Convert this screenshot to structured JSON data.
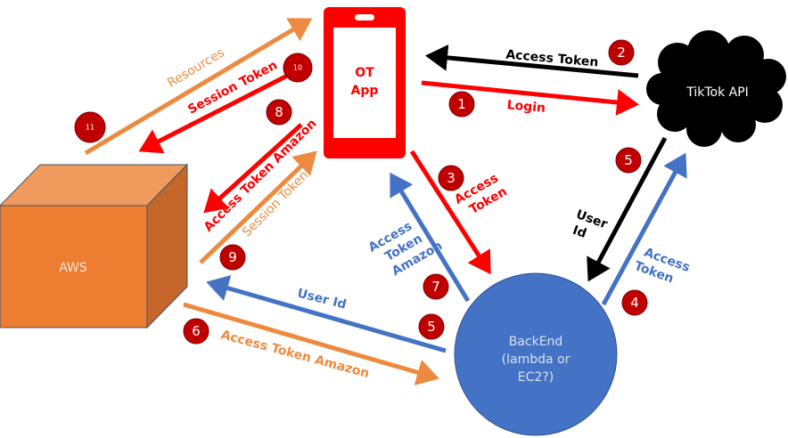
{
  "colors": {
    "red": "#ff0000",
    "orange": "#ed8a3f",
    "blue": "#4472c4",
    "black": "#000000",
    "badge": "#c00000",
    "aws_front": "#ed7d31",
    "aws_top": "#f19a5e",
    "aws_side": "#c5662a"
  },
  "nodes": {
    "ot_app": {
      "line1": "OT",
      "line2": "App"
    },
    "tiktok": {
      "label": "TikTok API"
    },
    "aws": {
      "label": "AWS"
    },
    "backend": {
      "line1": "BackEnd",
      "line2": "(lambda or",
      "line3": "EC2?)"
    }
  },
  "arrows": {
    "login": {
      "label": "Login",
      "step": "1"
    },
    "access_token_tiktok": {
      "label": "Access Token",
      "step": "2"
    },
    "access_token_backend": {
      "line1": "Access",
      "line2": "Token",
      "step": "3"
    },
    "access_token_verify": {
      "line1": "Access",
      "line2": "Token",
      "step": "4"
    },
    "user_id_tiktok": {
      "line1": "User",
      "line2": "Id",
      "step": "5"
    },
    "user_id_aws": {
      "label": "User Id",
      "step": "5"
    },
    "access_token_amazon_aws": {
      "label": "Access Token Amazon",
      "step": "6"
    },
    "access_token_amazon_app": {
      "line1": "Access",
      "line2": "Token",
      "line3": "Amazon",
      "step": "7"
    },
    "access_token_amazon_to_aws": {
      "label": "Access Token Amazon",
      "step": "8"
    },
    "session_token_app": {
      "label": "Session Token",
      "step": "9"
    },
    "session_token_aws": {
      "label": "Session Token",
      "step": "10"
    },
    "resources": {
      "label": "Resources",
      "step": "11"
    }
  }
}
